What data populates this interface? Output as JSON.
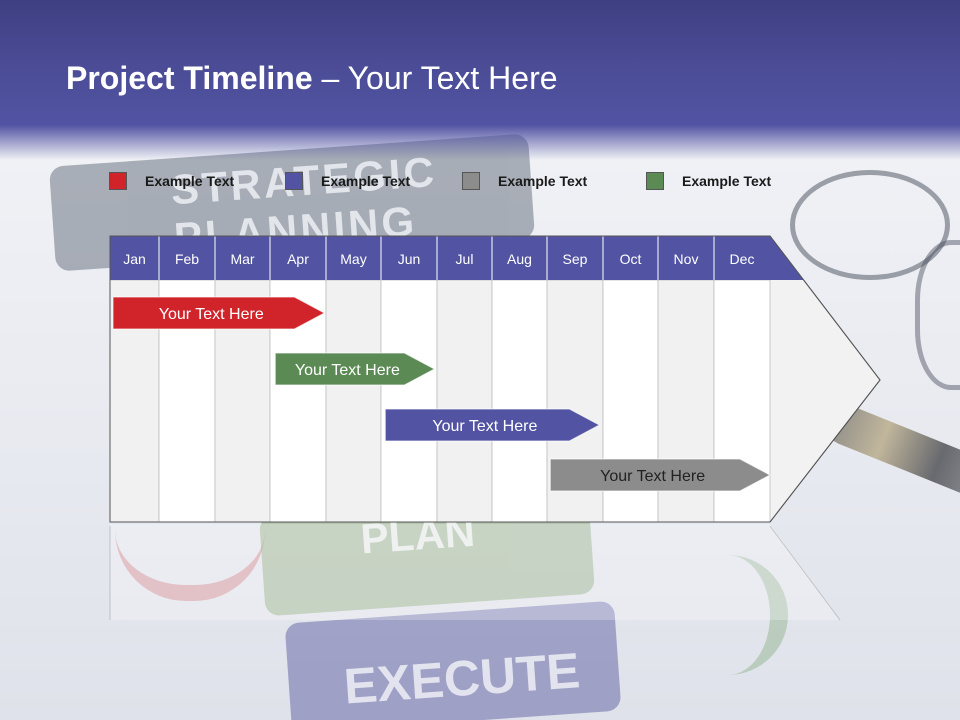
{
  "slide": {
    "title_bold": "Project Timeline",
    "title_rest": " – Your Text Here"
  },
  "background": {
    "sign_top": "STRATEGIC PLANNING",
    "sign_middle": "PLAN",
    "sign_bottom": "EXECUTE"
  },
  "legend": [
    {
      "label": "Example Text",
      "color": "#d0232a"
    },
    {
      "label": "Example Text",
      "color": "#5254a3"
    },
    {
      "label": "Example Text",
      "color": "#8c8c8c"
    },
    {
      "label": "Example Text",
      "color": "#5b8a55"
    }
  ],
  "timeline": {
    "months": [
      "Jan",
      "Feb",
      "Mar",
      "Apr",
      "May",
      "Jun",
      "Jul",
      "Aug",
      "Sep",
      "Oct",
      "Nov",
      "Dec"
    ],
    "header_color": "#5254a3",
    "tasks": [
      {
        "label": "Your  Text Here",
        "start": 0.0,
        "end": 3.9,
        "color": "#d0232a"
      },
      {
        "label": "Your  Text Here",
        "start": 2.95,
        "end": 5.9,
        "color": "#5b8a55"
      },
      {
        "label": "Your  Text Here",
        "start": 4.95,
        "end": 8.9,
        "color": "#5254a3"
      },
      {
        "label": "Your  Text Here",
        "start": 7.95,
        "end": 12.0,
        "color": "#8c8c8c"
      }
    ]
  }
}
